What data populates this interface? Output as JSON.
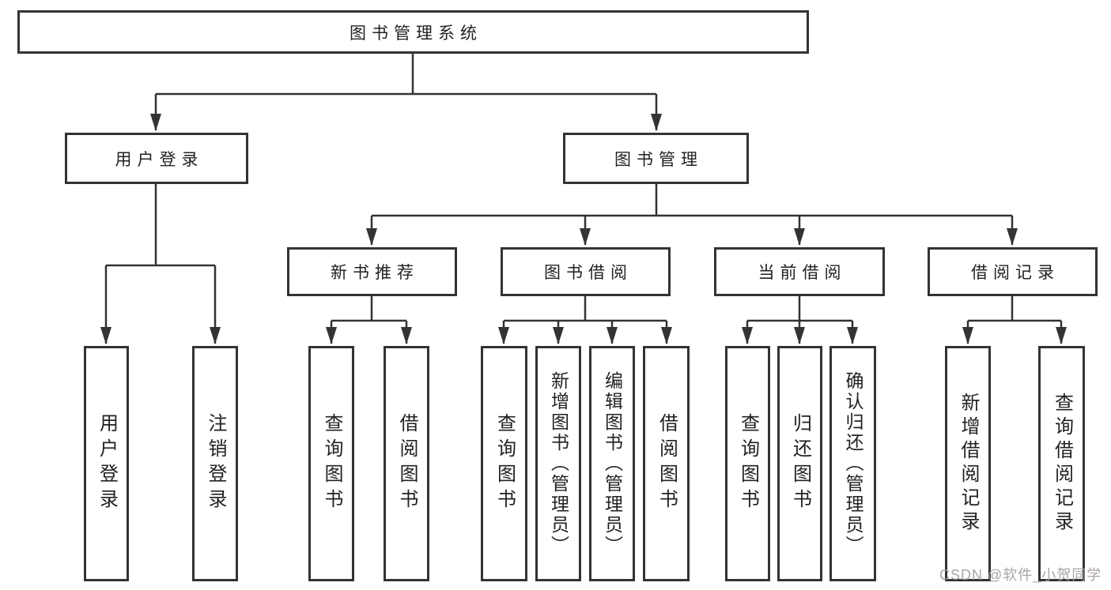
{
  "diagram": {
    "title": "图书管理系统",
    "type": "hierarchy-tree",
    "colors": {
      "line": "#333333",
      "box_border": "#333333",
      "text": "#222222",
      "background": "#ffffff",
      "watermark": "#a59e9e"
    },
    "nodes": {
      "root": {
        "label": "图书管理系统"
      },
      "level2": [
        {
          "label": "用户登录"
        },
        {
          "label": "图书管理"
        }
      ],
      "level3": [
        {
          "label": "新书推荐"
        },
        {
          "label": "图书借阅"
        },
        {
          "label": "当前借阅"
        },
        {
          "label": "借阅记录"
        }
      ],
      "login_children": [
        {
          "label": "用户登录"
        },
        {
          "label": "注销登录"
        }
      ],
      "recommend_children": [
        {
          "label": "查询图书"
        },
        {
          "label": "借阅图书"
        }
      ],
      "borrow_children": [
        {
          "label": "查询图书"
        },
        {
          "label": "新增图书（管理员）"
        },
        {
          "label": "编辑图书（管理员）"
        },
        {
          "label": "借阅图书"
        }
      ],
      "current_children": [
        {
          "label": "查询图书"
        },
        {
          "label": "归还图书"
        },
        {
          "label": "确认归还（管理员）"
        }
      ],
      "records_children": [
        {
          "label": "新增借阅记录"
        },
        {
          "label": "查询借阅记录"
        }
      ]
    },
    "watermark": {
      "text": "CSDN @软件_小贺同学"
    }
  }
}
